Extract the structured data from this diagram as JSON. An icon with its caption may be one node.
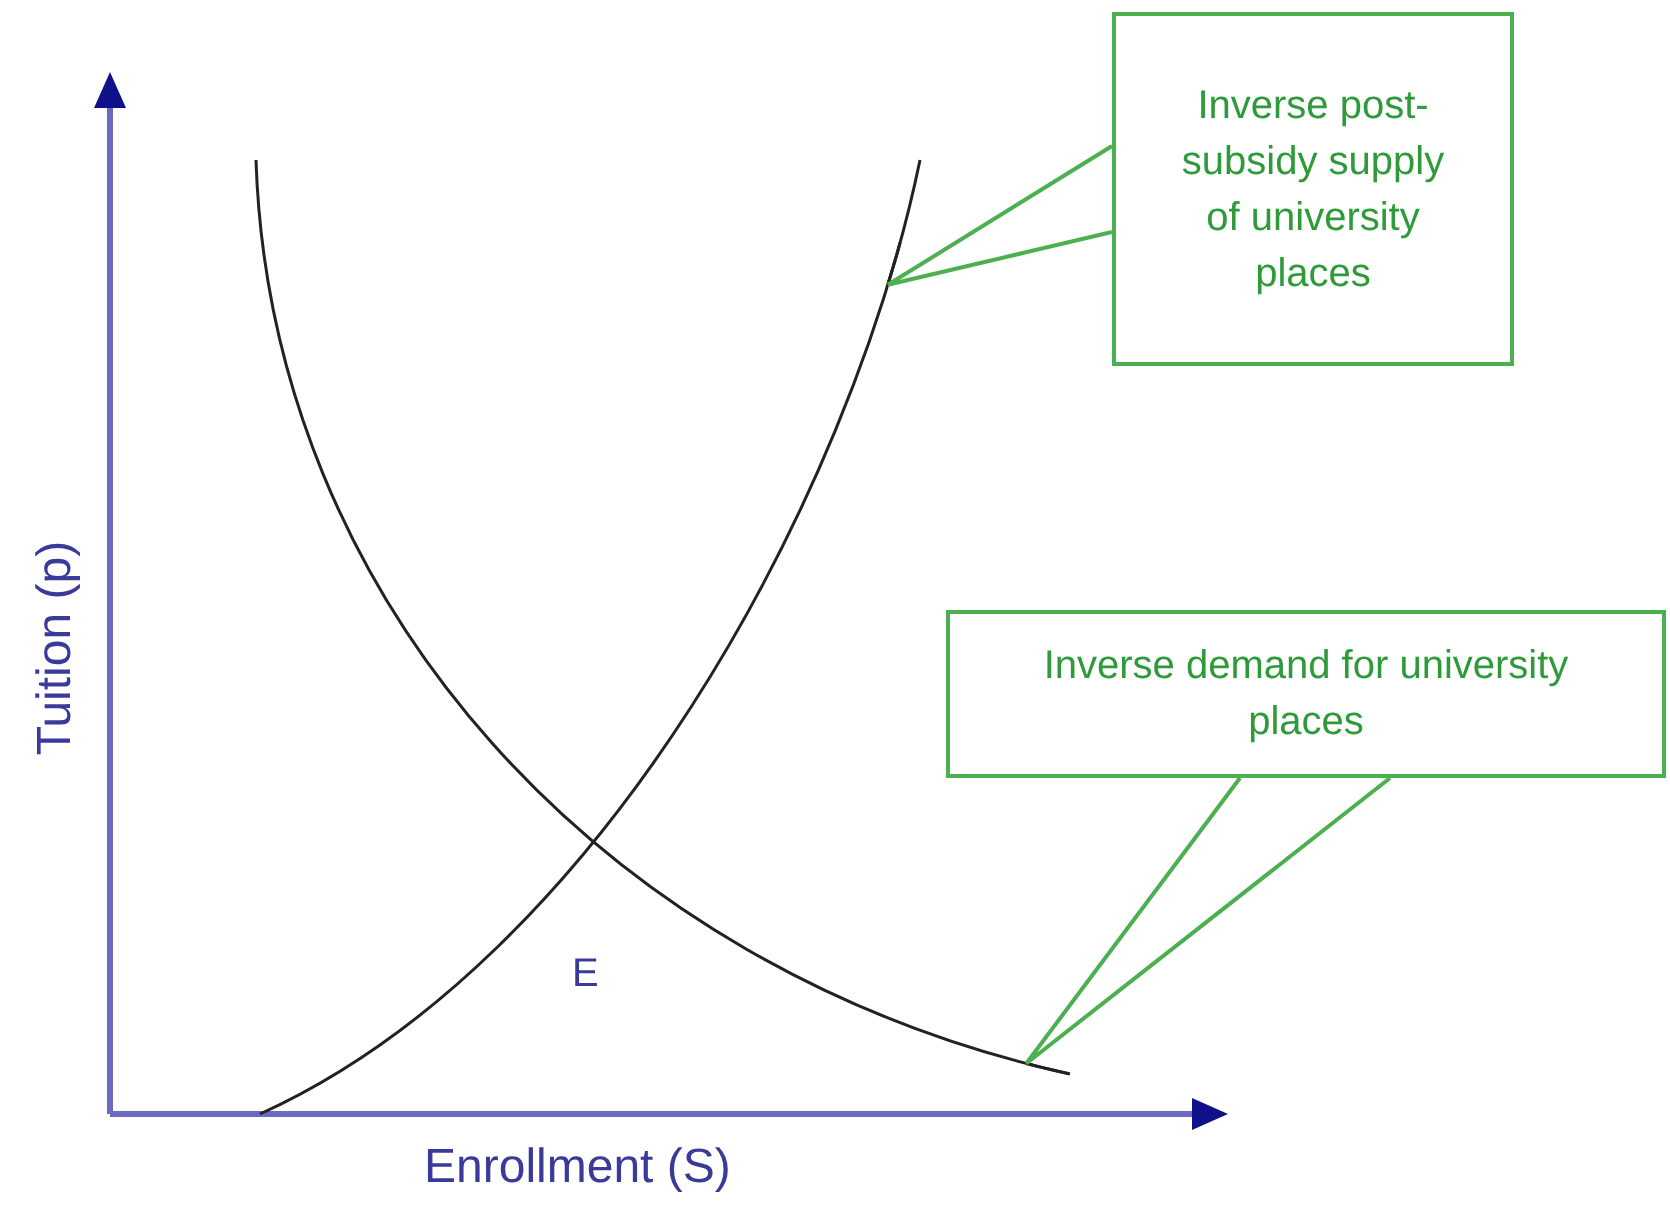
{
  "diagram": {
    "nodes": [
      {
        "text": [
          "Inverse post-subsidy supply of university places"
        ]
      },
      {
        "text": [
          "Inverse demand for university places"
        ]
      },
      {
        "text": [],
        "shape": "curve"
      },
      {
        "text": [],
        "shape": "curve"
      }
    ],
    "edges": [
      {
        "from": 0,
        "to": 2,
        "arrow": "none"
      },
      {
        "from": 1,
        "to": 3,
        "arrow": "none"
      }
    ],
    "labels": [
      "Tuition (p)",
      "E",
      "Enrollment (S)"
    ]
  }
}
